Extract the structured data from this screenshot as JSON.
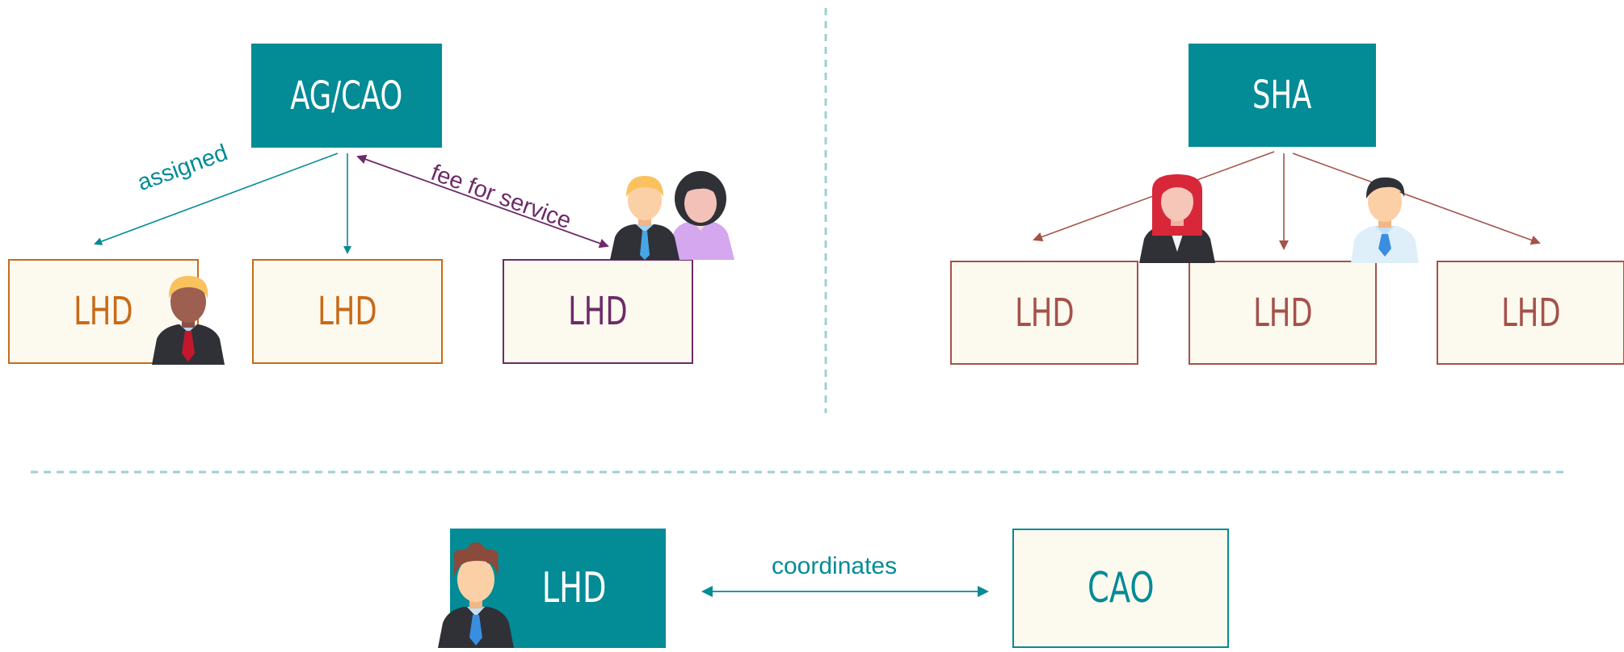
{
  "colors": {
    "teal": "#038b96",
    "orange": "#c86b17",
    "purple": "#6d2a68",
    "brown": "#a4524a",
    "cream": "#fcf9ef",
    "divider": "#9ed0d4"
  },
  "left_model": {
    "top_box": "AG/CAO",
    "boxes": [
      "LHD",
      "LHD",
      "LHD"
    ],
    "labels": {
      "assigned": "assigned",
      "fee": "fee for service"
    }
  },
  "right_model": {
    "top_box": "SHA",
    "boxes": [
      "LHD",
      "LHD",
      "LHD"
    ]
  },
  "bottom_model": {
    "left_box": "LHD",
    "right_box": "CAO",
    "label": "coordinates"
  },
  "icons": [
    "person-blonde-dark-suit-icon",
    "people-pair-icon",
    "woman-red-hair-icon",
    "man-dark-hair-icon",
    "man-curly-hair-icon"
  ]
}
